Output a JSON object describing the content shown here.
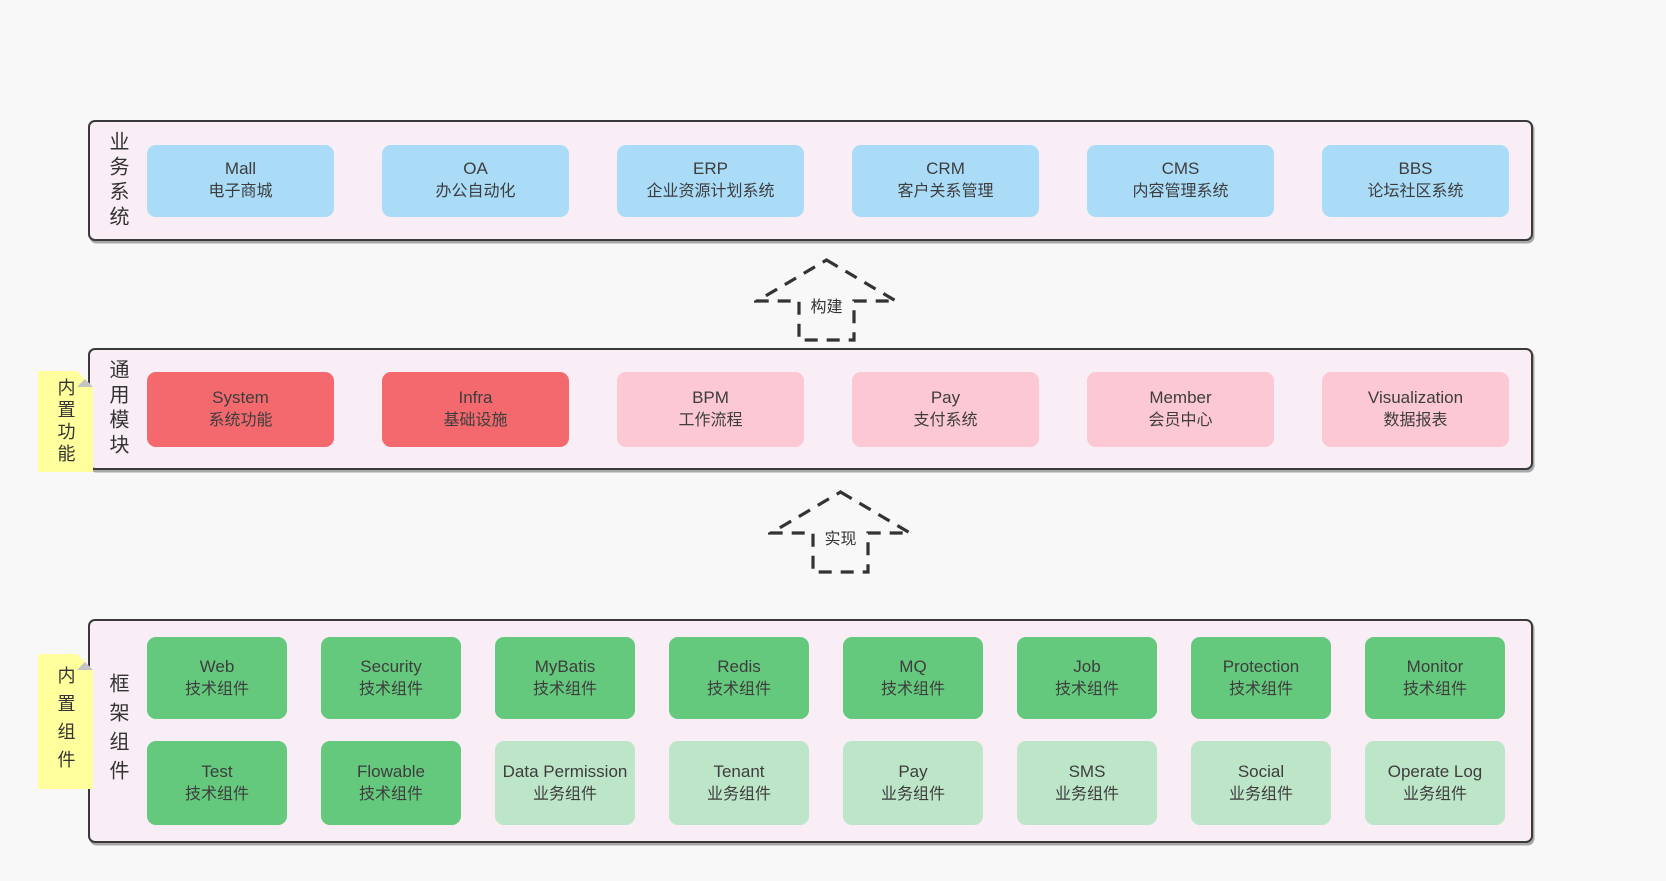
{
  "colors": {
    "page-bg": "#f8f8f8",
    "panel-bg": "#f9edf6",
    "panel-border": "#3a3a3a",
    "box-blue": "#aadcf8",
    "box-red": "#f3696e",
    "box-pink": "#fbc8d3",
    "box-green": "#65c97d",
    "box-green-light": "#bde5c8",
    "sticky-yellow": "#ffff9d",
    "sticky-fold": "#c4c4c4",
    "text": "#3d3d3d"
  },
  "arrows": [
    {
      "label": "构建"
    },
    {
      "label": "实现"
    }
  ],
  "layers": [
    {
      "id": "business-systems",
      "label_vertical": "业务系统",
      "sticky": null,
      "rows": [
        [
          {
            "title": "Mall",
            "subtitle": "电子商城",
            "variant": "blue"
          },
          {
            "title": "OA",
            "subtitle": "办公自动化",
            "variant": "blue"
          },
          {
            "title": "ERP",
            "subtitle": "企业资源计划系统",
            "variant": "blue"
          },
          {
            "title": "CRM",
            "subtitle": "客户关系管理",
            "variant": "blue"
          },
          {
            "title": "CMS",
            "subtitle": "内容管理系统",
            "variant": "blue"
          },
          {
            "title": "BBS",
            "subtitle": "论坛社区系统",
            "variant": "blue"
          }
        ]
      ]
    },
    {
      "id": "common-modules",
      "label_vertical": "通用模块",
      "sticky": "内置功能",
      "rows": [
        [
          {
            "title": "System",
            "subtitle": "系统功能",
            "variant": "red"
          },
          {
            "title": "Infra",
            "subtitle": "基础设施",
            "variant": "red"
          },
          {
            "title": "BPM",
            "subtitle": "工作流程",
            "variant": "pink"
          },
          {
            "title": "Pay",
            "subtitle": "支付系统",
            "variant": "pink"
          },
          {
            "title": "Member",
            "subtitle": "会员中心",
            "variant": "pink"
          },
          {
            "title": "Visualization",
            "subtitle": "数据报表",
            "variant": "pink"
          }
        ]
      ]
    },
    {
      "id": "framework-components",
      "label_vertical": "框架组件",
      "sticky": "内置组件",
      "rows": [
        [
          {
            "title": "Web",
            "subtitle": "技术组件",
            "variant": "green"
          },
          {
            "title": "Security",
            "subtitle": "技术组件",
            "variant": "green"
          },
          {
            "title": "MyBatis",
            "subtitle": "技术组件",
            "variant": "green"
          },
          {
            "title": "Redis",
            "subtitle": "技术组件",
            "variant": "green"
          },
          {
            "title": "MQ",
            "subtitle": "技术组件",
            "variant": "green"
          },
          {
            "title": "Job",
            "subtitle": "技术组件",
            "variant": "green"
          },
          {
            "title": "Protection",
            "subtitle": "技术组件",
            "variant": "green"
          },
          {
            "title": "Monitor",
            "subtitle": "技术组件",
            "variant": "green"
          }
        ],
        [
          {
            "title": "Test",
            "subtitle": "技术组件",
            "variant": "green"
          },
          {
            "title": "Flowable",
            "subtitle": "技术组件",
            "variant": "green"
          },
          {
            "title": "Data Permission",
            "subtitle": "业务组件",
            "variant": "green-light"
          },
          {
            "title": "Tenant",
            "subtitle": "业务组件",
            "variant": "green-light"
          },
          {
            "title": "Pay",
            "subtitle": "业务组件",
            "variant": "green-light"
          },
          {
            "title": "SMS",
            "subtitle": "业务组件",
            "variant": "green-light"
          },
          {
            "title": "Social",
            "subtitle": "业务组件",
            "variant": "green-light"
          },
          {
            "title": "Operate Log",
            "subtitle": "业务组件",
            "variant": "green-light"
          }
        ]
      ]
    }
  ]
}
